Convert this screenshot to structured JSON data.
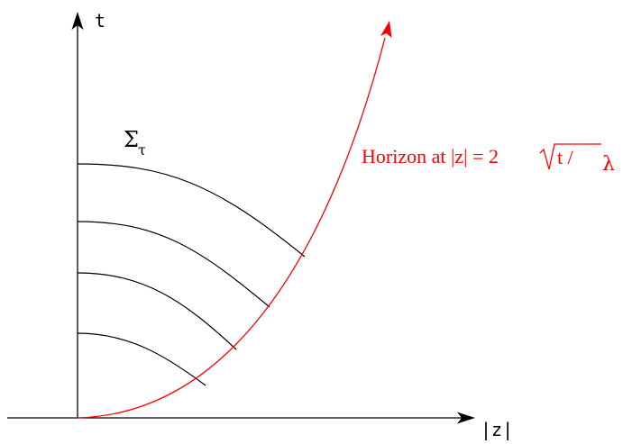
{
  "axes": {
    "t_label": "t",
    "z_label": "|z|"
  },
  "slice_label": {
    "symbol": "Σ",
    "subscript": "τ"
  },
  "horizon_label": {
    "text": "Horizon at |z| = 2",
    "radicand": "t /",
    "lambda": "λ"
  },
  "colors": {
    "axes": "#000000",
    "slices": "#000000",
    "horizon": "#ff0000"
  },
  "slice_count": 4
}
